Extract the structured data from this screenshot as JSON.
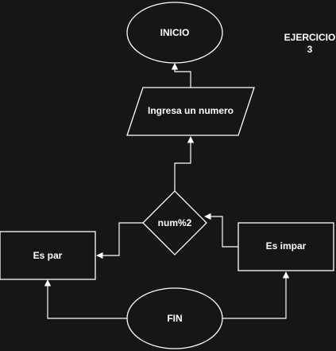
{
  "nodes": {
    "inicio": "INICIO",
    "ingresa": "Ingresa un numero",
    "decision": "num%2",
    "es_par": "Es par",
    "es_impar": "Es impar",
    "fin": "FIN"
  },
  "title": {
    "line1": "EJERCICIO",
    "line2": "3"
  },
  "colors": {
    "background": "#161616",
    "stroke": "#ffffff",
    "text": "#ffffff"
  }
}
